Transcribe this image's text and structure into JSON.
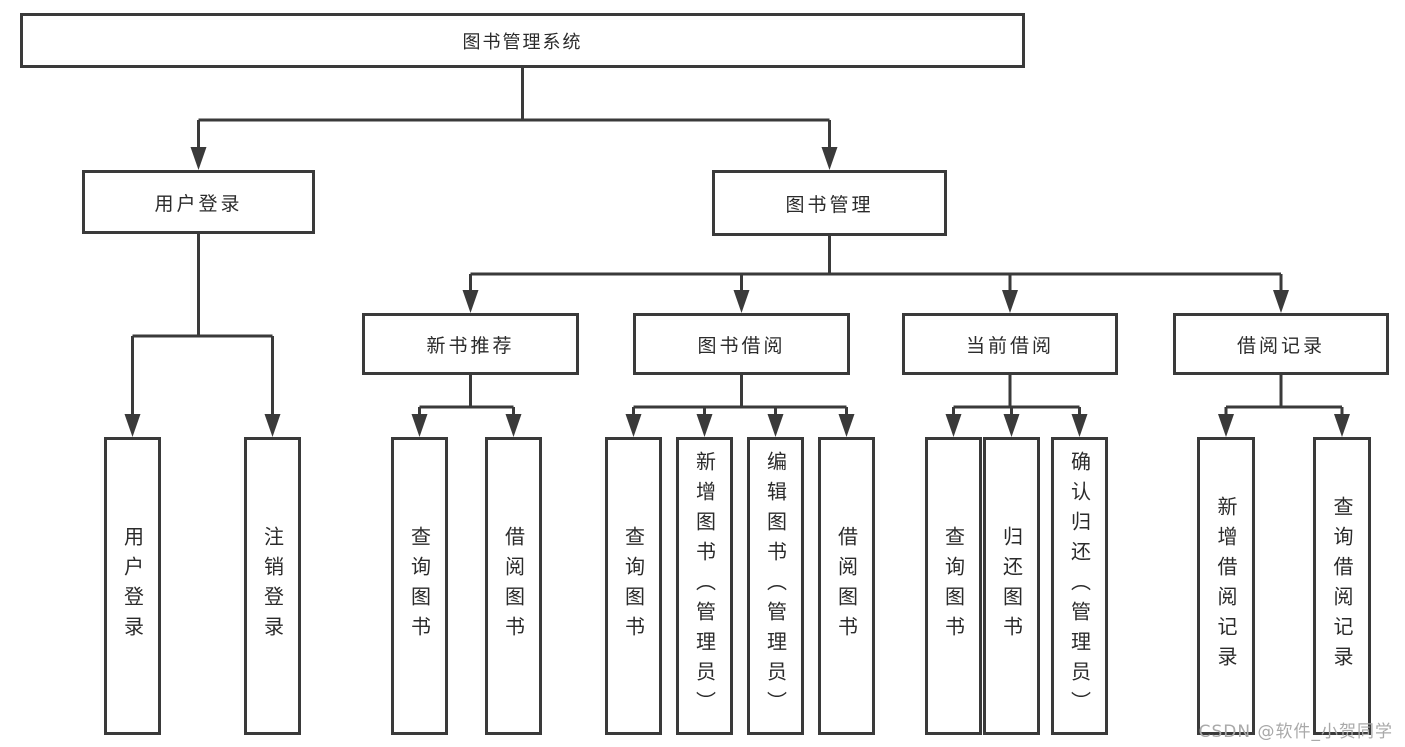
{
  "diagram": {
    "title_note": "functional structure tree",
    "root": {
      "label": "图书管理系统"
    },
    "level2": [
      {
        "label": "用户登录"
      },
      {
        "label": "图书管理"
      }
    ],
    "level3": [
      {
        "label": "新书推荐"
      },
      {
        "label": "图书借阅"
      },
      {
        "label": "当前借阅"
      },
      {
        "label": "借阅记录"
      }
    ],
    "leaves": [
      {
        "label": "用户登录"
      },
      {
        "label": "注销登录"
      },
      {
        "label": "查询图书"
      },
      {
        "label": "借阅图书"
      },
      {
        "label": "查询图书"
      },
      {
        "label": "新增图书（管理员）"
      },
      {
        "label": "编辑图书（管理员）"
      },
      {
        "label": "借阅图书"
      },
      {
        "label": "查询图书"
      },
      {
        "label": "归还图书"
      },
      {
        "label": "确认归还（管理员）"
      },
      {
        "label": "新增借阅记录"
      },
      {
        "label": "查询借阅记录"
      }
    ]
  },
  "watermark": {
    "text": "CSDN @软件_小贺同学"
  },
  "colors": {
    "line": "#3a3a3a",
    "text": "#2b2b2b",
    "watermark": "#a9a9a9",
    "background": "#ffffff"
  }
}
